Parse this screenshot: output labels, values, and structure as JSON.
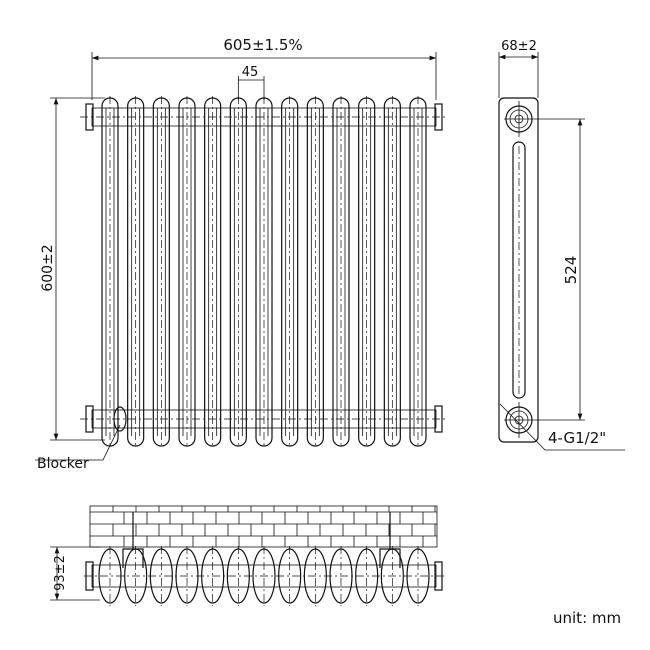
{
  "front_view": {
    "width_label": "605±1.5%",
    "spacing_label": "45",
    "height_label": "600±2",
    "blocker_label": "Blocker",
    "columns": 13
  },
  "side_view": {
    "depth_label": "68±2",
    "center_distance_label": "524",
    "connection_label": "4-G1/2\""
  },
  "top_view": {
    "wall_gap_label": "93±2"
  },
  "unit_label": "unit: mm"
}
